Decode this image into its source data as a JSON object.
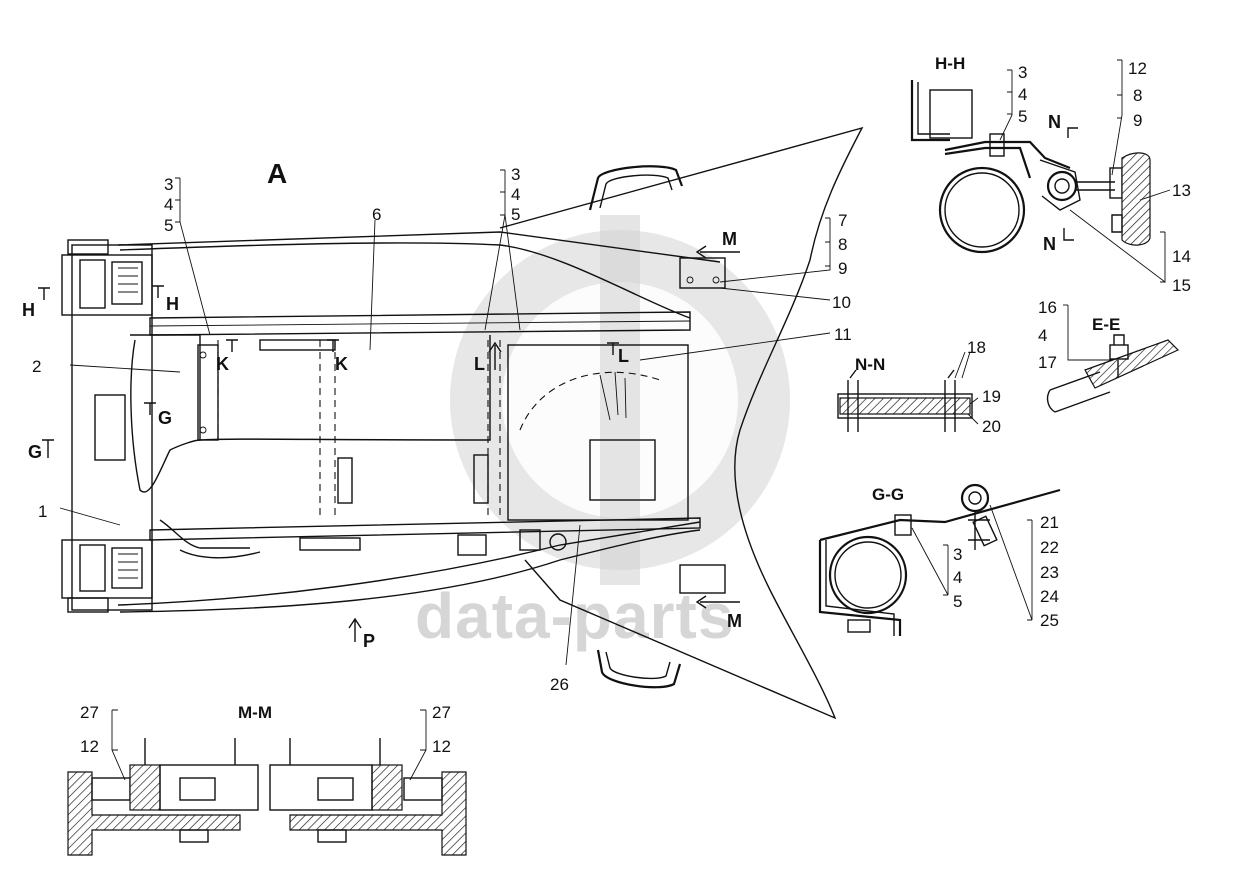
{
  "watermark": {
    "text": "data-parts"
  },
  "main_view": {
    "title": "A",
    "callouts": [
      "1",
      "2",
      "3",
      "4",
      "5",
      "6",
      "3",
      "4",
      "5",
      "7",
      "8",
      "9",
      "10",
      "11",
      "26"
    ],
    "section_marks": [
      "H",
      "H",
      "G",
      "G",
      "K",
      "K",
      "L",
      "L",
      "M",
      "M",
      "P"
    ]
  },
  "section_hh": {
    "title": "H-H",
    "callouts": [
      "3",
      "4",
      "5",
      "12",
      "8",
      "9",
      "13",
      "14",
      "15"
    ],
    "marks": [
      "N",
      "N"
    ]
  },
  "section_ee": {
    "title": "E-E",
    "callouts": [
      "16",
      "4",
      "17"
    ]
  },
  "section_nn": {
    "title": "N-N",
    "callouts": [
      "18",
      "19",
      "20"
    ]
  },
  "section_gg": {
    "title": "G-G",
    "callouts": [
      "3",
      "4",
      "5",
      "21",
      "22",
      "23",
      "24",
      "25"
    ]
  },
  "section_mm": {
    "title": "M-M",
    "callouts": [
      "27",
      "12",
      "27",
      "12"
    ]
  }
}
